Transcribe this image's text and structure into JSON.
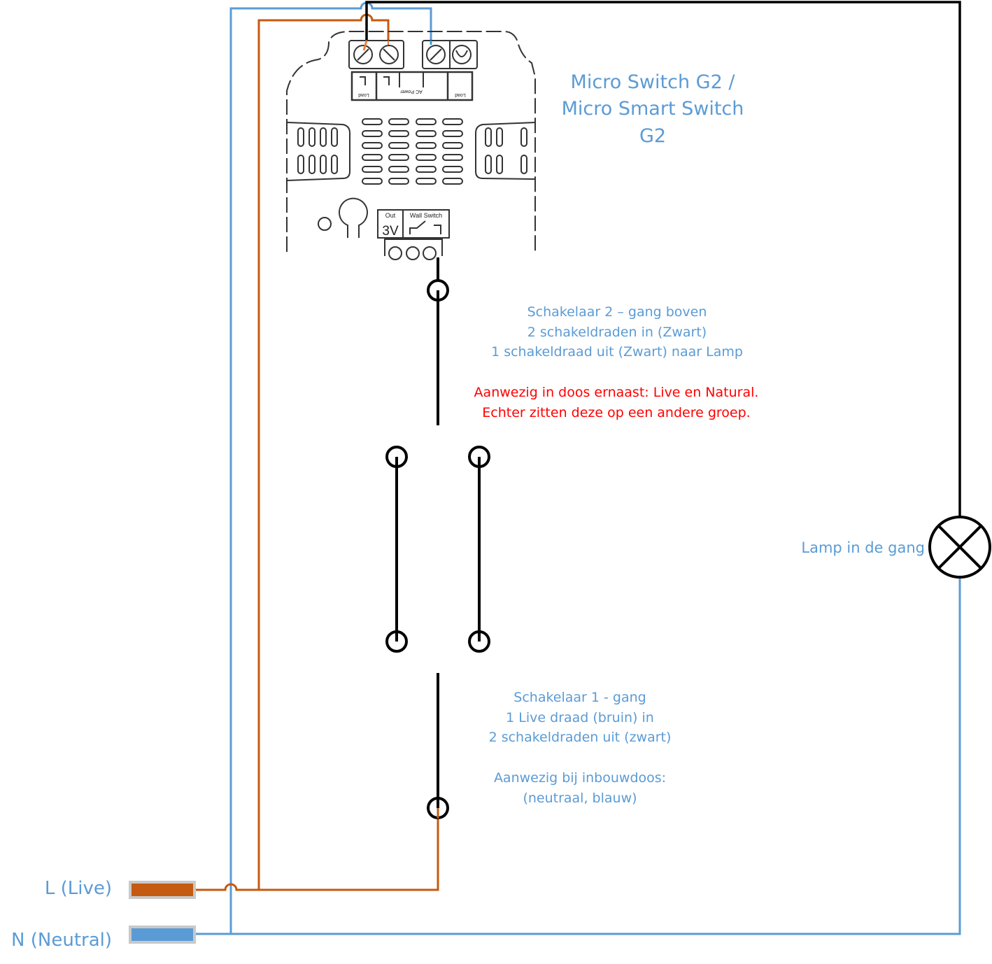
{
  "colors": {
    "live": "#c55a11",
    "neutral": "#5b9bd5",
    "switch_wire": "#000000",
    "label_text": "#5b9bd5",
    "warning_text": "#ff0000",
    "terminal_border": "#bfbfbf"
  },
  "device": {
    "title_lines": [
      "Micro Switch G2 /",
      "Micro Smart Switch",
      "G2"
    ],
    "terminal_labels": {
      "load_left": "Load",
      "ac_power": "AC Power",
      "load_right": "Load",
      "out": "Out",
      "out_voltage": "3V",
      "wall_switch": "Wall Switch"
    }
  },
  "switch2": {
    "lines": [
      "Schakelaar 2 – gang boven",
      "2 schakeldraden in (Zwart)",
      "1 schakeldraad uit (Zwart) naar Lamp"
    ],
    "warning_lines": [
      "Aanwezig in doos ernaast: Live en Natural.",
      "Echter zitten deze op een andere groep."
    ]
  },
  "switch1": {
    "lines": [
      "Schakelaar 1 - gang",
      "1 Live draad (bruin) in",
      "2 schakeldraden uit (zwart)"
    ],
    "note_lines": [
      "Aanwezig bij inbouwdoos:",
      "(neutraal, blauw)"
    ]
  },
  "lamp": {
    "label": "Lamp in de gang",
    "icon": "lamp-cross-circle-icon"
  },
  "supply": {
    "live_label": "L (Live)",
    "neutral_label": "N (Neutral)"
  }
}
